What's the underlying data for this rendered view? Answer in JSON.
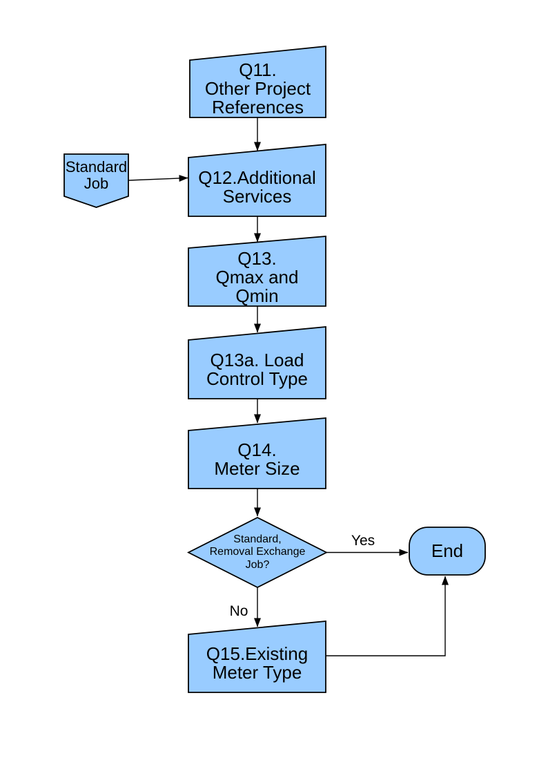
{
  "diagram": {
    "background_color": "#ffffff",
    "node_fill_color": "#99ccff",
    "node_border_color": "#000000",
    "connector_color": "#000000",
    "nodes": {
      "q11": {
        "label": "Q11.\nOther Project\nReferences",
        "shape": "card"
      },
      "standard_job": {
        "label": "Standard\nJob",
        "shape": "off-page-connector"
      },
      "q12": {
        "label": "Q12.Additional\nServices",
        "shape": "card"
      },
      "q13": {
        "label": "Q13.\nQmax and\nQmin",
        "shape": "card"
      },
      "q13a": {
        "label": "Q13a. Load\nControl Type",
        "shape": "card"
      },
      "q14": {
        "label": "Q14.\nMeter Size",
        "shape": "card"
      },
      "decision": {
        "label": "Standard,\nRemoval Exchange\nJob?",
        "shape": "diamond"
      },
      "end": {
        "label": "End",
        "shape": "terminator"
      },
      "q15": {
        "label": "Q15.Existing\nMeter Type",
        "shape": "card"
      }
    },
    "edge_labels": {
      "yes": "Yes",
      "no": "No"
    }
  }
}
